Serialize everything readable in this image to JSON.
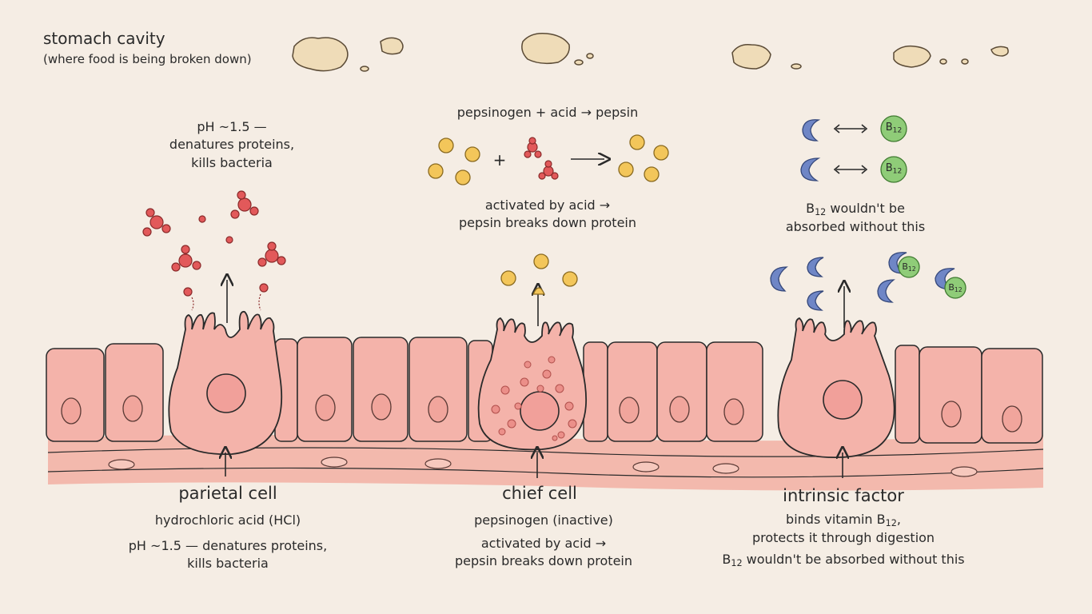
{
  "cavity": {
    "title": "stomach cavity",
    "subtitle": "(where food is being broken down)"
  },
  "parietal": {
    "top_note_line1": "pH ~1.5 —",
    "top_note_line2": "denatures proteins,",
    "top_note_line3": "kills bacteria",
    "name": "parietal cell",
    "secretion": "hydrochloric acid (HCl)",
    "effect_line1": "pH ~1.5 — denatures proteins,",
    "effect_line2": "kills bacteria"
  },
  "chief": {
    "equation": "pepsinogen + acid → pepsin",
    "plus": "+",
    "note_line1": "activated by acid →",
    "note_line2": "pepsin breaks down protein",
    "name": "chief cell",
    "secretion": "pepsinogen (inactive)",
    "effect_line1": "activated by acid →",
    "effect_line2": "pepsin breaks down protein"
  },
  "intrinsic": {
    "b12_badge_base": "B",
    "b12_badge_sub": "12",
    "top_note_b": "B",
    "top_note_sub": "12",
    "top_note_rest": " wouldn't be",
    "top_note_line2": "absorbed without this",
    "name": "intrinsic factor",
    "desc_line1_prefix": "binds vitamin B",
    "desc_line1_sub": "12",
    "desc_line1_suffix": ",",
    "desc_line2": "protects it through digestion",
    "desc_line3_b": "B",
    "desc_line3_sub": "12",
    "desc_line3_rest": " wouldn't be absorbed without this"
  },
  "colors": {
    "background": "#f5ede4",
    "cell_fill": "#f4b3aa",
    "cell_stroke": "#2a2a2a",
    "acid_red": "#e2595a",
    "pepsin_yellow": "#f3c65a",
    "intrinsic_blue": "#6f86c6",
    "b12_green": "#8fcc78",
    "food_tan": "#efdcb8"
  }
}
